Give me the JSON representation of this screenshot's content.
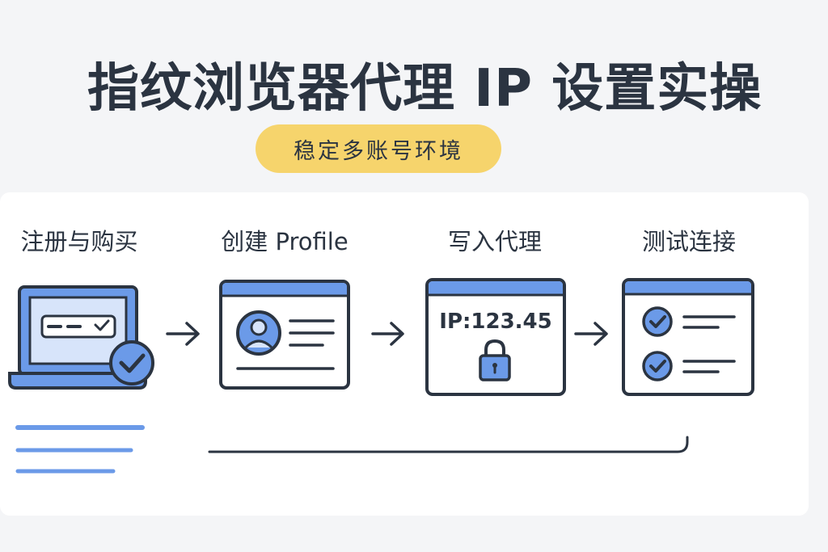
{
  "title": "指纹浏览器代理 IP 设置实操",
  "subtitle": "稳定多账号环境",
  "steps": [
    {
      "label": "注册与购买",
      "icon": "laptop-check-icon"
    },
    {
      "label": "创建 Profile",
      "icon": "profile-card-icon"
    },
    {
      "label": "写入代理",
      "icon": "proxy-lock-window-icon",
      "text": "IP:123.45"
    },
    {
      "label": "测试连接",
      "icon": "checklist-window-icon"
    }
  ],
  "colors": {
    "dark": "#2b3441",
    "blue": "#6b9ae8",
    "light_blue": "#d7e4fa",
    "badge": "#f6d46c"
  }
}
